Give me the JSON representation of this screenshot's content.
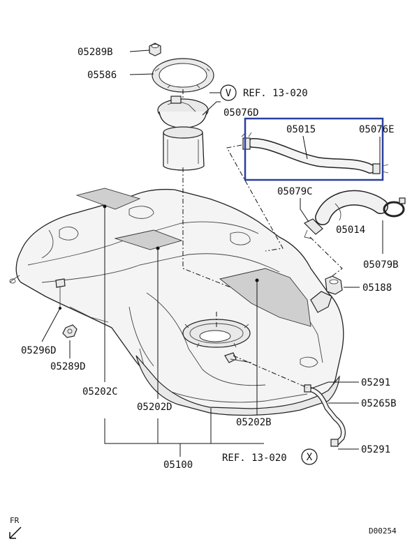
{
  "labels": {
    "p05289b": "05289B",
    "p05586": "05586",
    "ref_v": "REF. 13-020",
    "circle_v": "V",
    "p05076d": "05076D",
    "p05015": "05015",
    "p05076e": "05076E",
    "p05079c": "05079C",
    "p05014": "05014",
    "p05079b": "05079B",
    "p05188": "05188",
    "p05296d": "05296D",
    "p05289d": "05289D",
    "p05202c": "05202C",
    "p05202d": "05202D",
    "p05202b": "05202B",
    "p05291_top": "05291",
    "p05265b": "05265B",
    "p05291_bottom": "05291",
    "p05100": "05100",
    "ref_x": "REF. 13-020",
    "circle_x": "X",
    "fr": "FR",
    "diagram_id": "D00254"
  },
  "colors": {
    "highlight_box": "#2b3f9e"
  }
}
